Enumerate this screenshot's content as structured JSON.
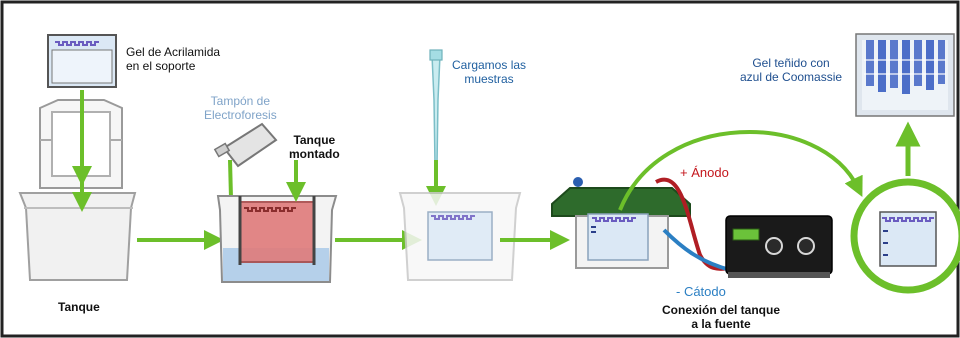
{
  "labels": {
    "gel_soporte": [
      "Gel de Acrilamida",
      "en el soporte"
    ],
    "tanque": "Tanque",
    "tampon": [
      "Tampón de",
      "Electroforesis"
    ],
    "tanque_montado": [
      "Tanque",
      "montado"
    ],
    "cargamos": [
      "Cargamos las",
      "muestras"
    ],
    "anodo": "+ Ánodo",
    "catodo": "- Cátodo",
    "conexion": [
      "Conexión del tanque",
      "a la fuente"
    ],
    "gel_tenido": [
      "Gel teñido con",
      "azul de Coomassie"
    ]
  },
  "colors": {
    "arrow_green": "#6cbf2a",
    "anodo_red": "#c4161c",
    "catodo_blue": "#2b7fc3",
    "tampon_text": "#7fa3c8",
    "cargamos_text": "#1f5f9f",
    "coomassie_text": "#1f4f8f",
    "lid_green": "#2e6b2c",
    "gel_fill": "#dbe8f5",
    "gel_red": "#e07b7b",
    "buffer_blue": "#a9c9e8"
  }
}
